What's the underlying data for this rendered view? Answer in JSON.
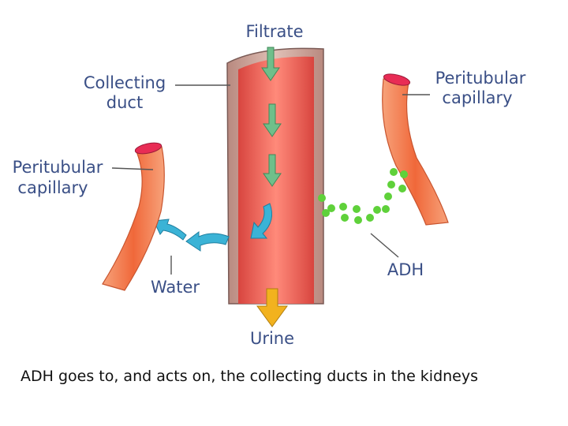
{
  "labels": {
    "filtrate": "Filtrate",
    "collecting_duct_line1": "Collecting",
    "collecting_duct_line2": "duct",
    "peritubular_left_line1": "Peritubular",
    "peritubular_left_line2": "capillary",
    "peritubular_right_line1": "Peritubular",
    "peritubular_right_line2": "capillary",
    "water": "Water",
    "adh": "ADH",
    "urine": "Urine"
  },
  "caption": "ADH goes to, and acts on, the collecting ducts in the kidneys",
  "colors": {
    "label_text": "#3a4f86",
    "duct_wall": "#c9a097",
    "duct_lumen": "#e8524a",
    "capillary": "#f2794a",
    "filtrate_arrow": "#6fbf8a",
    "water_arrow": "#3bb3d6",
    "adh_dots": "#5fd13a",
    "urine_arrow": "#f2b21e"
  }
}
